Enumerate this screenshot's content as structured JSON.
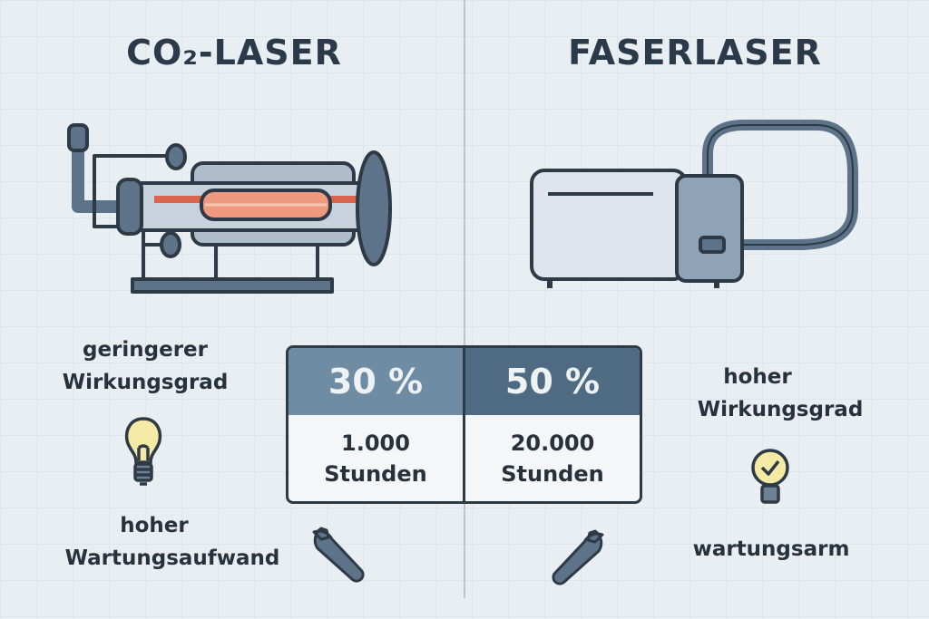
{
  "left": {
    "title": "CO₂-LASER",
    "efficiency_label": [
      "geringerer",
      "Wirkungsgrad"
    ],
    "maintenance_label": [
      "hoher",
      "Wartungsaufwand"
    ],
    "efficiency_value": "30 %",
    "lifetime_value": "1.000",
    "lifetime_unit": "Stunden",
    "header_color": "#6e8ca3"
  },
  "right": {
    "title": "FASERLASER",
    "efficiency_label": [
      "hoher",
      "Wirkungsgrad"
    ],
    "maintenance_label": "wartungsarm",
    "efficiency_value": "50 %",
    "lifetime_value": "20.000",
    "lifetime_unit": "Stunden",
    "header_color": "#4f6b83"
  }
}
